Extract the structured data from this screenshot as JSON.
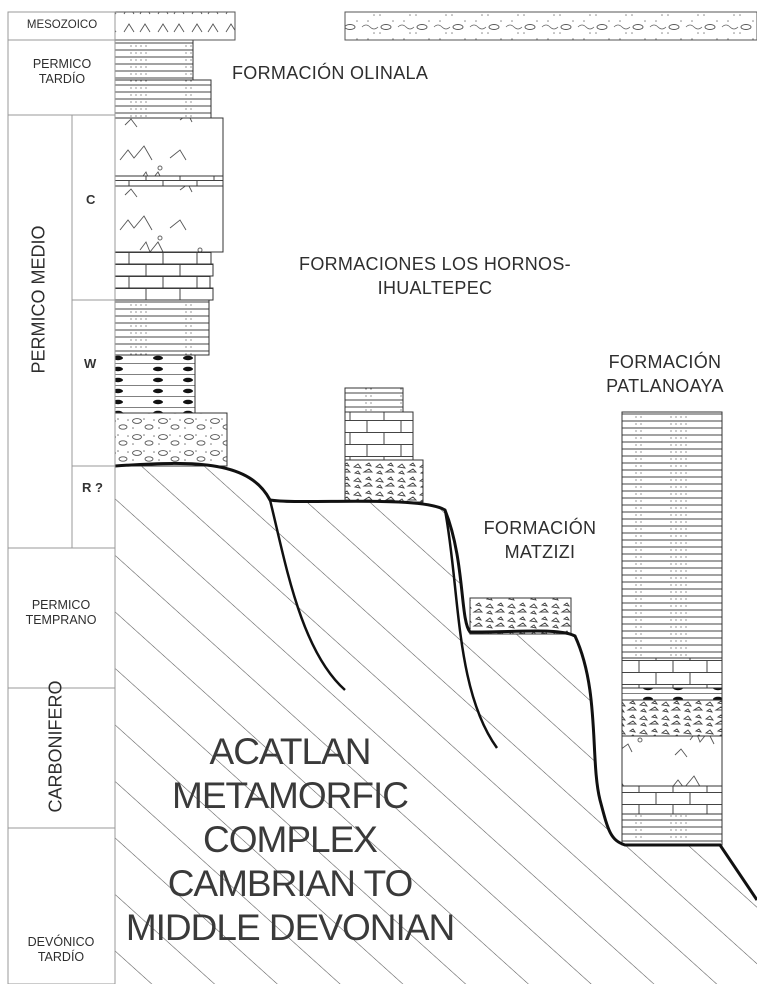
{
  "periods": {
    "mesozoico": "MESOZOICO",
    "permico_tardio": [
      "PERMICO",
      "TARDÍO"
    ],
    "permico_medio": "PERMICO MEDIO",
    "permico_temprano": [
      "PERMICO",
      "TEMPRANO"
    ],
    "carbonifero": "CARBONIFERO",
    "devonico_tardio": [
      "DEVÓNICO",
      "TARDÍO"
    ]
  },
  "subdivisions": {
    "c": "C",
    "w": "W",
    "r": "R ?"
  },
  "formations": {
    "olinala": "FORMACIÓN OLINALA",
    "los_hornos": [
      "FORMACIONES LOS HORNOS-",
      "IHUALTEPEC"
    ],
    "patlanoaya": [
      "FORMACIÓN",
      "PATLANOAYA"
    ],
    "matzizi": [
      "FORMACIÓN",
      "MATZIZI"
    ]
  },
  "basement": [
    "ACATLAN",
    "METAMORFIC",
    "COMPLEX",
    "CAMBRIAN TO",
    "MIDDLE DEVONIAN"
  ]
}
